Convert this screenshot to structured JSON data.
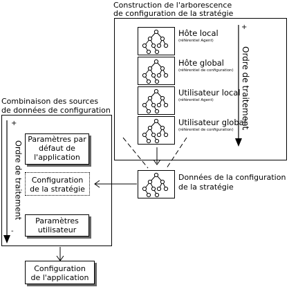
{
  "top_section": {
    "heading_line1": "Construction de l'arborescence",
    "heading_line2": "de configuration de la stratégie",
    "sources": [
      {
        "title": "Hôte local",
        "subtitle": "(référentiel Agent)"
      },
      {
        "title": "Hôte global",
        "subtitle": "(référentiel de configuration)"
      },
      {
        "title": "Utilisateur local",
        "subtitle": "(référentiel Agent)"
      },
      {
        "title": "Utilisateur global",
        "subtitle": "(référentiel de configuration)"
      }
    ],
    "order_label": "Ordre de traitement",
    "plus": "+",
    "minus": "-"
  },
  "left_section": {
    "heading_line1": "Combinaison des sources",
    "heading_line2": "de données de configuration",
    "order_label": "Ordre de traitement",
    "plus": "+",
    "minus": "-",
    "box_defaults": [
      "Paramètres par",
      "défaut de",
      "l'application"
    ],
    "box_strategy": [
      "Configuration",
      "de la stratégie"
    ],
    "box_user": [
      "Paramètres",
      "utilisateur"
    ]
  },
  "policy_data": {
    "label_line1": "Données de la configuration",
    "label_line2": "de la stratégie"
  },
  "result": {
    "line1": "Configuration",
    "line2": "de l'application"
  }
}
